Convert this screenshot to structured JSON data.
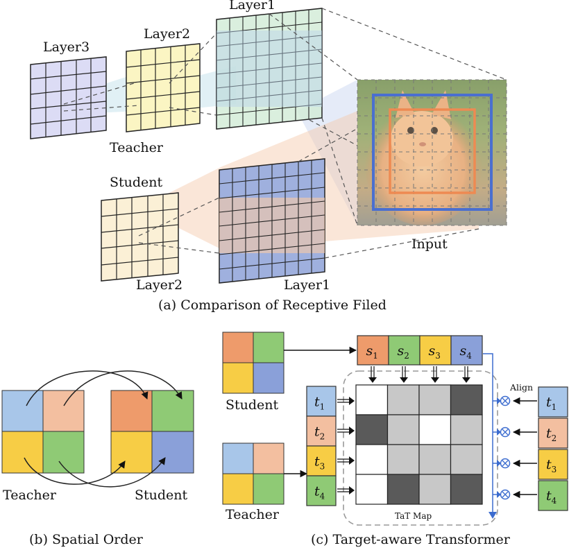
{
  "panel_a": {
    "layer3_label": "Layer3",
    "layer2_teacher_label": "Layer2",
    "layer1_teacher_label": "Layer1",
    "teacher_label": "Teacher",
    "student_label": "Student",
    "layer2_student_label": "Layer2",
    "layer1_student_label": "Layer1",
    "input_label": "Input",
    "caption": "(a) Comparison of Receptive Filed"
  },
  "panel_b": {
    "teacher_label": "Teacher",
    "student_label": "Student",
    "caption": "(b) Spatial Order"
  },
  "panel_c": {
    "student_label": "Student",
    "teacher_label": "Teacher",
    "align_label": "Align",
    "map_label": "TaT Map",
    "caption": "(c) Target-aware Transformer",
    "s_tokens": [
      {
        "base": "s",
        "sub": "1"
      },
      {
        "base": "s",
        "sub": "2"
      },
      {
        "base": "s",
        "sub": "3"
      },
      {
        "base": "s",
        "sub": "4"
      }
    ],
    "t_tokens": [
      {
        "base": "t",
        "sub": "1"
      },
      {
        "base": "t",
        "sub": "2"
      },
      {
        "base": "t",
        "sub": "3"
      },
      {
        "base": "t",
        "sub": "4"
      }
    ],
    "tat_map": [
      [
        "white",
        "light",
        "light",
        "dark"
      ],
      [
        "dark",
        "light",
        "white",
        "light"
      ],
      [
        "white",
        "light",
        "light",
        "light"
      ],
      [
        "white",
        "dark",
        "light",
        "dark"
      ]
    ]
  },
  "colors": {
    "orange": "#ee9b6b",
    "green": "#8fca75",
    "yellow": "#f7cd45",
    "blue": "#8aa0d9",
    "light_blue": "#a8c6e9",
    "peach": "#f3bfa0",
    "map_white": "#ffffff",
    "map_light": "#c8c8c8",
    "map_dark": "#5a5a5a",
    "connector_blue": "#3c6ccf"
  }
}
